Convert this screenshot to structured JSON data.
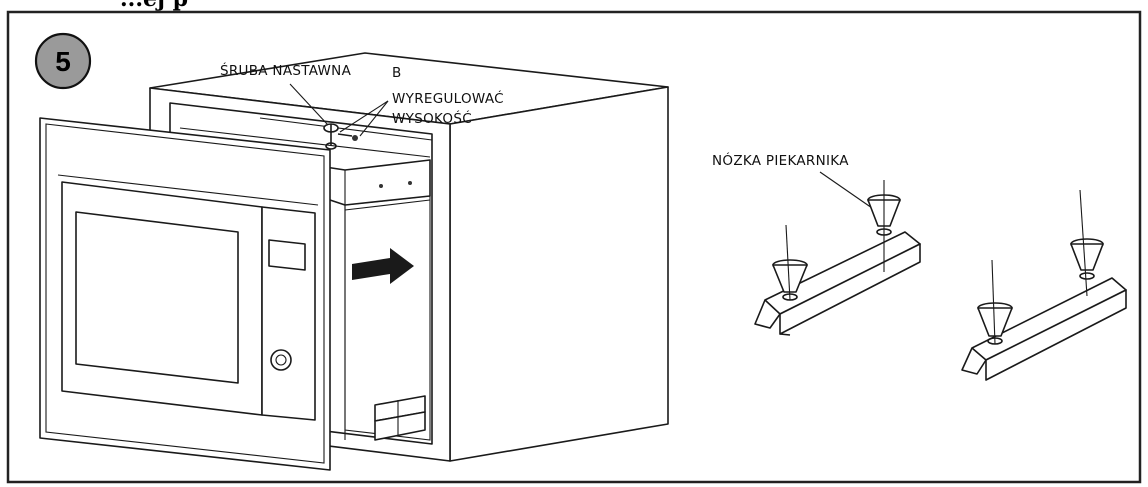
{
  "heading_fragment": "...ej p",
  "step_number": "5",
  "labels": {
    "adjust_screw": "ŚRUBA NASTAWNA",
    "adjust_screw_letter": "B",
    "adjust_line1": "WYREGULOWAĆ",
    "adjust_line2": "WYSOKOŚĆ",
    "oven_foot": "NÓZKA PIEKARNIKA"
  },
  "colors": {
    "line": "#1a1a1a",
    "badge_fill": "#9a9a9a",
    "arrow_fill": "#1a1a1a"
  }
}
